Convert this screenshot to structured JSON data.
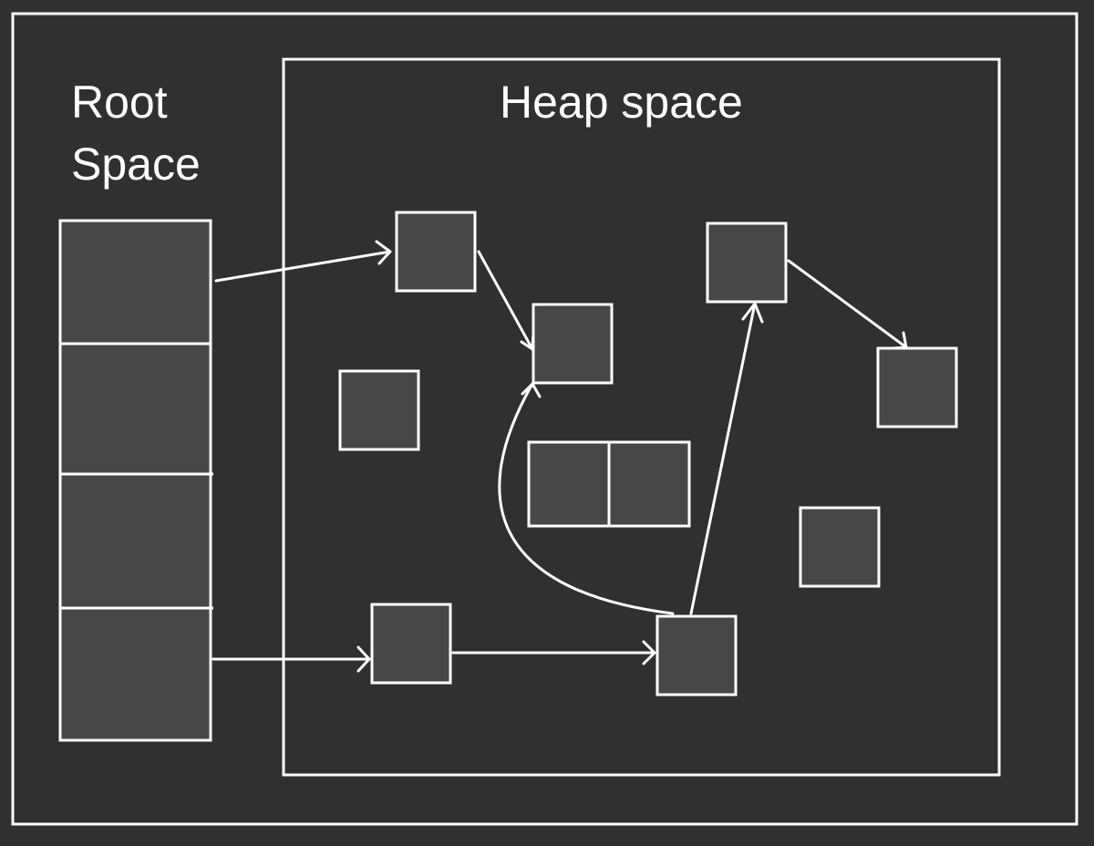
{
  "diagram": {
    "background_color": "#303030",
    "stroke_color": "#ffffff",
    "node_fill_color": "#474747",
    "root_space": {
      "title_line1": "Root",
      "title_line2": "Space",
      "slot_count": 4
    },
    "heap_space": {
      "title": "Heap space",
      "objects": [
        {
          "id": "obj-a",
          "kind": "single"
        },
        {
          "id": "obj-b",
          "kind": "single"
        },
        {
          "id": "obj-c",
          "kind": "single"
        },
        {
          "id": "obj-d",
          "kind": "single"
        },
        {
          "id": "obj-e",
          "kind": "single"
        },
        {
          "id": "obj-f",
          "kind": "double"
        },
        {
          "id": "obj-g",
          "kind": "single"
        },
        {
          "id": "obj-h",
          "kind": "single"
        },
        {
          "id": "obj-i",
          "kind": "single"
        }
      ],
      "references": [
        {
          "from": "root-slot-1",
          "to": "obj-a"
        },
        {
          "from": "obj-a",
          "to": "obj-b"
        },
        {
          "from": "obj-c",
          "to": "obj-e"
        },
        {
          "from": "root-slot-4",
          "to": "obj-h"
        },
        {
          "from": "obj-h",
          "to": "obj-i"
        },
        {
          "from": "obj-i",
          "to": "obj-b"
        },
        {
          "from": "obj-i",
          "to": "obj-c"
        }
      ]
    }
  }
}
